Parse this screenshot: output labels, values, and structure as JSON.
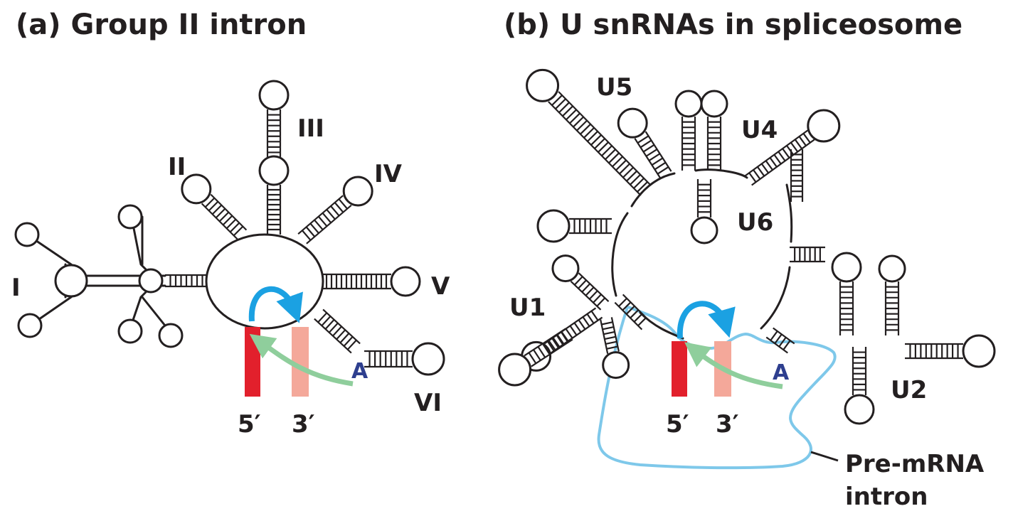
{
  "panels": [
    {
      "title": "(a) Group II intron",
      "domains": [
        "I",
        "II",
        "III",
        "IV",
        "V",
        "VI"
      ],
      "splice_sites": {
        "five_prime": "5′",
        "three_prime": "3′"
      },
      "branch_point": "A"
    },
    {
      "title": "(b) U snRNAs in spliceosome",
      "snrnas": [
        "U5",
        "U4",
        "U6",
        "U1",
        "U2"
      ],
      "splice_sites": {
        "five_prime": "5′",
        "three_prime": "3′"
      },
      "branch_point": "A",
      "intron_label": [
        "Pre-mRNA",
        "intron"
      ]
    }
  ],
  "colors": {
    "line": "#231f20",
    "five_prime_exon": "#e2202c",
    "three_prime_exon": "#f4a89a",
    "first_step_arrow": "#1ba1e2",
    "second_step_arrow": "#8fce9c",
    "adenine": "#2e3f8f",
    "pre_mrna_intron": "#7ec8ea"
  }
}
